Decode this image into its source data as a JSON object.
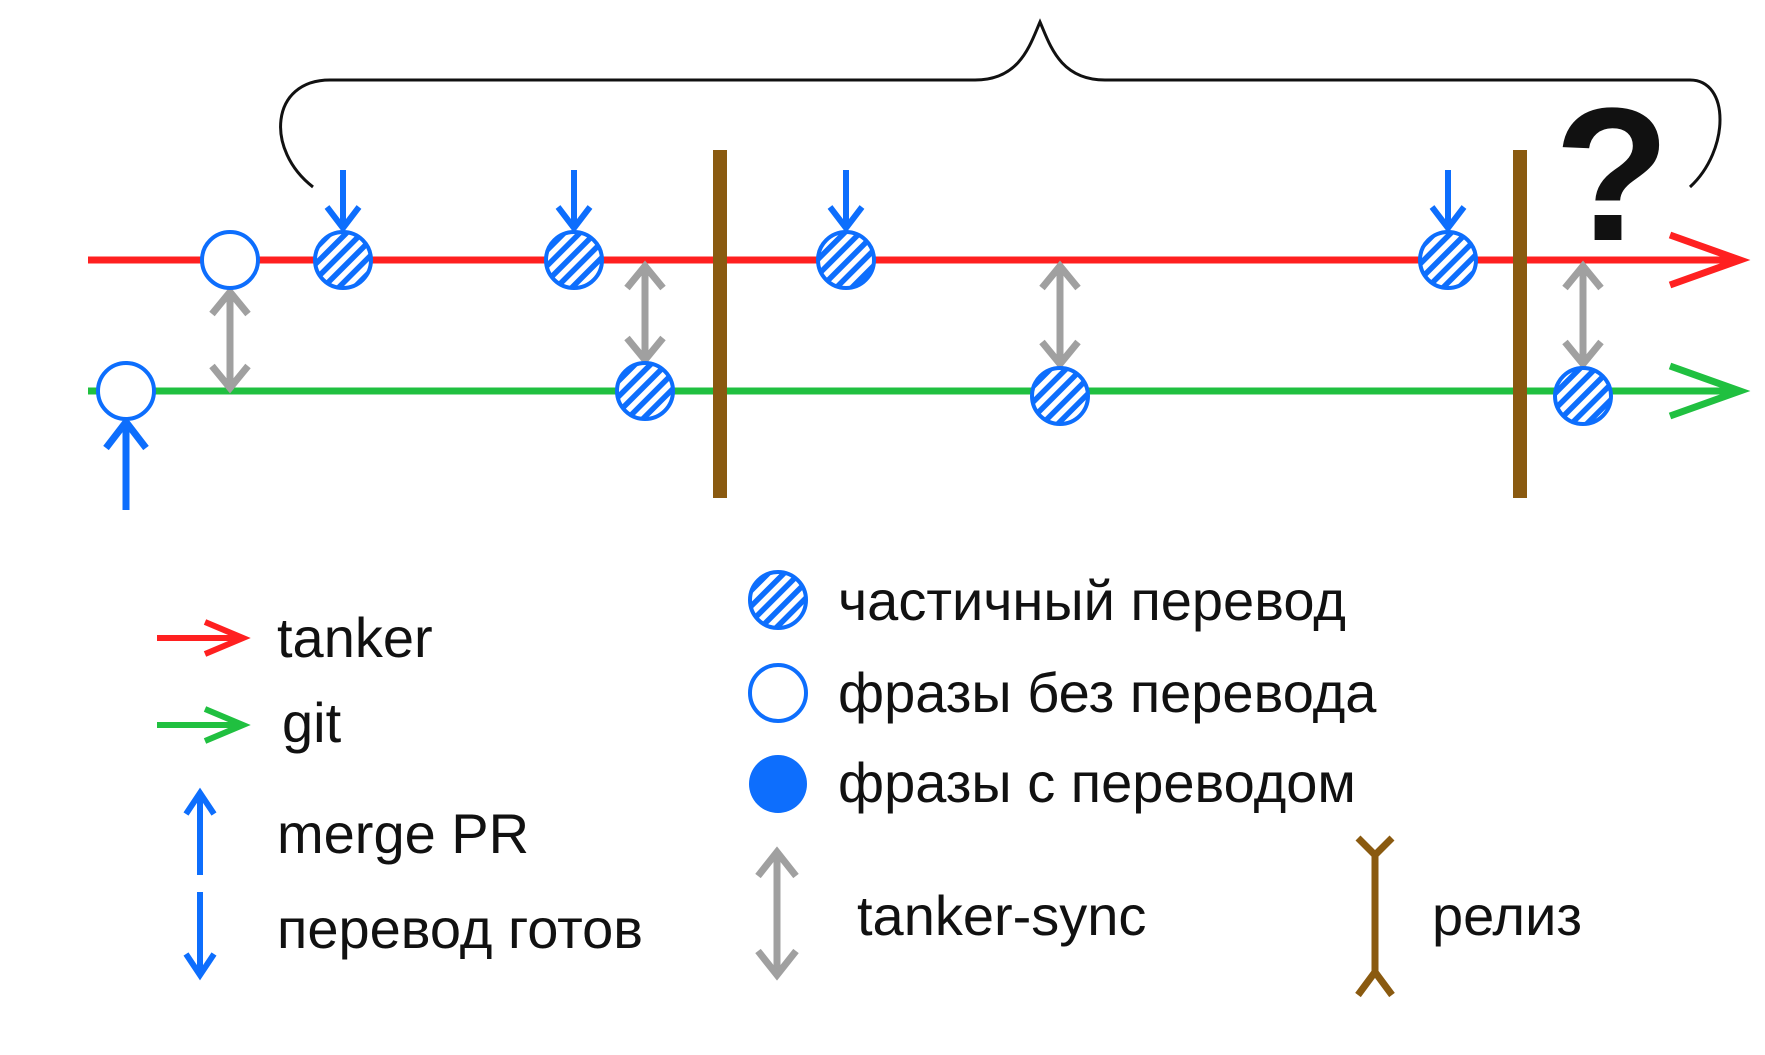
{
  "colors": {
    "tanker": "#ff2020",
    "git": "#20c040",
    "blue": "#0d6efd",
    "sync": "#a0a0a0",
    "release": "#8a5a10",
    "text": "#111111"
  },
  "diagram": {
    "question_mark": "?"
  },
  "legend": {
    "tanker": "tanker",
    "git": "git",
    "merge_pr": "merge PR",
    "translation_ready": "перевод готов",
    "partial_translation": "частичный перевод",
    "phrases_without_translation": "фразы без перевода",
    "phrases_with_translation": "фразы с переводом",
    "tanker_sync": "tanker-sync",
    "release": "релиз"
  }
}
